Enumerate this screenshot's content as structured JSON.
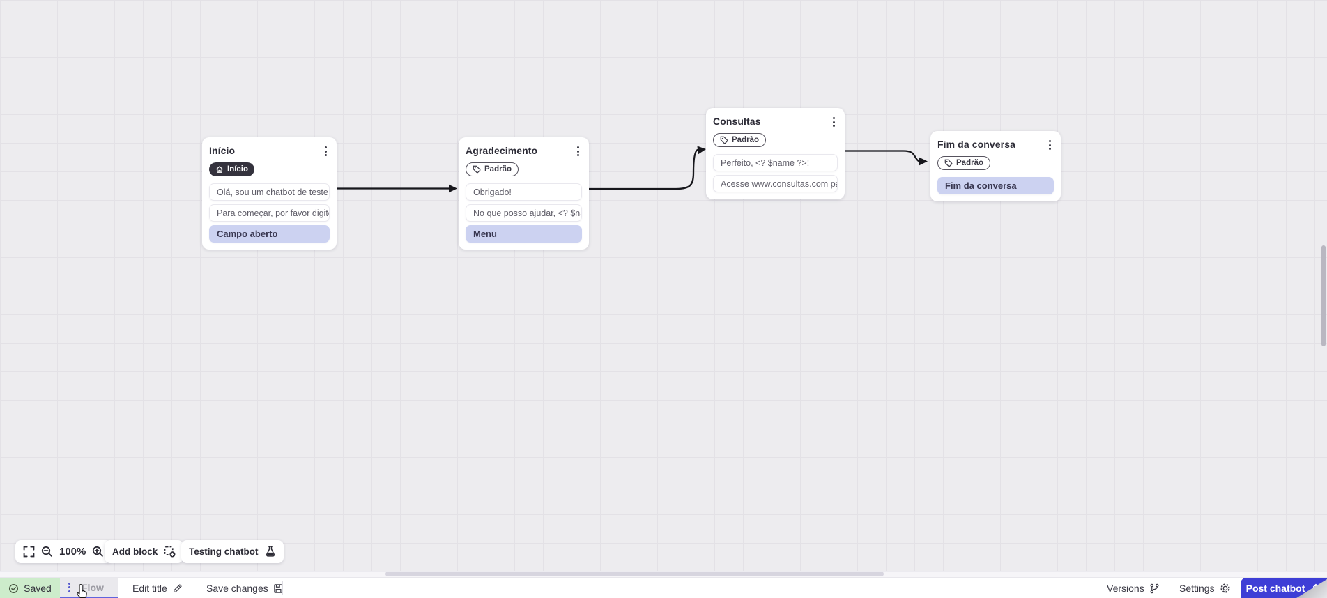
{
  "canvas": {
    "nodes": [
      {
        "title": "Início",
        "badge": "Início",
        "badge_type": "start",
        "blocks": [
          {
            "text": "Olá, sou um chatbot de teste!",
            "type": "message"
          },
          {
            "text": "Para começar, por favor digite o ...",
            "type": "message"
          },
          {
            "text": "Campo aberto",
            "type": "input"
          }
        ]
      },
      {
        "title": "Agradecimento",
        "badge": "Padrão",
        "badge_type": "default",
        "blocks": [
          {
            "text": "Obrigado!",
            "type": "message"
          },
          {
            "text": "No que posso ajudar, <? $name ...",
            "type": "message"
          },
          {
            "text": "Menu",
            "type": "input"
          }
        ]
      },
      {
        "title": "Consultas",
        "badge": "Padrão",
        "badge_type": "default",
        "blocks": [
          {
            "text": "Perfeito, <? $name ?>!",
            "type": "message"
          },
          {
            "text": "Acesse www.consultas.com par...",
            "type": "message"
          }
        ]
      },
      {
        "title": "Fim da conversa",
        "badge": "Padrão",
        "badge_type": "default",
        "blocks": [
          {
            "text": "Fim da conversa",
            "type": "input"
          }
        ]
      }
    ],
    "controls": {
      "zoom_level": "100%",
      "add_block_label": "Add block",
      "testing_label": "Testing chatbot"
    }
  },
  "statusbar": {
    "saved_label": "Saved",
    "flow_tab_label": "Flow",
    "edit_title_label": "Edit title",
    "save_changes_label": "Save changes",
    "versions_label": "Versions",
    "settings_label": "Settings",
    "post_button_label": "Post chatbot"
  },
  "colors": {
    "accent_purple": "#6064dd",
    "post_button_blue": "#3e3ed6",
    "saved_green_bg": "#cdeccb",
    "input_block_bg": "#ccd2f1",
    "start_badge_bg": "#34323d",
    "edge_stroke": "#17171c"
  }
}
